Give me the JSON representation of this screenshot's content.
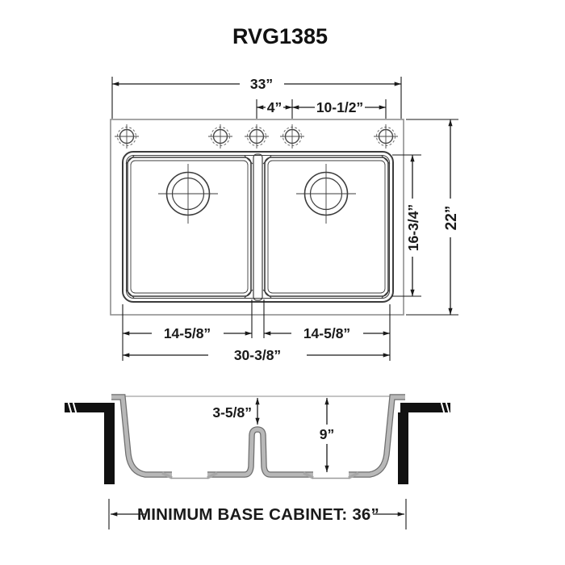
{
  "title": "RVG1385",
  "colors": {
    "ink": "#1a1a1a",
    "drawing_line": "#3c3c3c",
    "plate_edge": "#8f8f8f",
    "section_fill": "#b8b8b8",
    "section_edge": "#6e6e6e",
    "solid_black": "#111111"
  },
  "top_view": {
    "dim_overall_width": "33”",
    "dim_faucet_offset": "4”",
    "dim_faucet_span": "10-1/2”",
    "dim_bowl_front_back": "16-3/4”",
    "dim_overall_depth": "22”",
    "dim_left_bowl_width": "14-5/8”",
    "dim_right_bowl_width": "14-5/8”",
    "dim_bowls_span": "30-3/8”"
  },
  "section_view": {
    "dim_divider_height": "3-5/8”",
    "dim_bowl_depth": "9”",
    "cabinet_note": "MINIMUM BASE CABINET: 36”"
  }
}
